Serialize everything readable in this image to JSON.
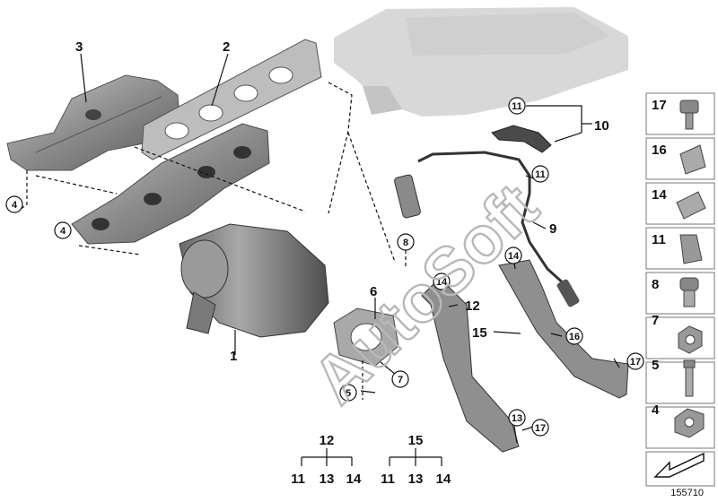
{
  "diagram": {
    "watermark": "AutoSoft",
    "reference_number": "155710",
    "callouts": {
      "c1": "1",
      "c2": "2",
      "c3": "3",
      "c4a": "4",
      "c4b": "4",
      "c5": "5",
      "c6": "6",
      "c7": "7",
      "c8": "8",
      "c9": "9",
      "c10": "10",
      "c11a": "11",
      "c11b": "11",
      "c12": "12",
      "c14a": "14",
      "c14b": "14",
      "c15": "15",
      "c16": "16",
      "c17a": "17",
      "c17b": "17",
      "c13": "13"
    },
    "kit12": {
      "label": "12",
      "parts": [
        "11",
        "13",
        "14"
      ]
    },
    "kit15": {
      "label": "15",
      "parts": [
        "11",
        "13",
        "14"
      ]
    },
    "parts_legend": [
      "17",
      "16",
      "14",
      "11",
      "8",
      "7",
      "5",
      "4"
    ]
  }
}
